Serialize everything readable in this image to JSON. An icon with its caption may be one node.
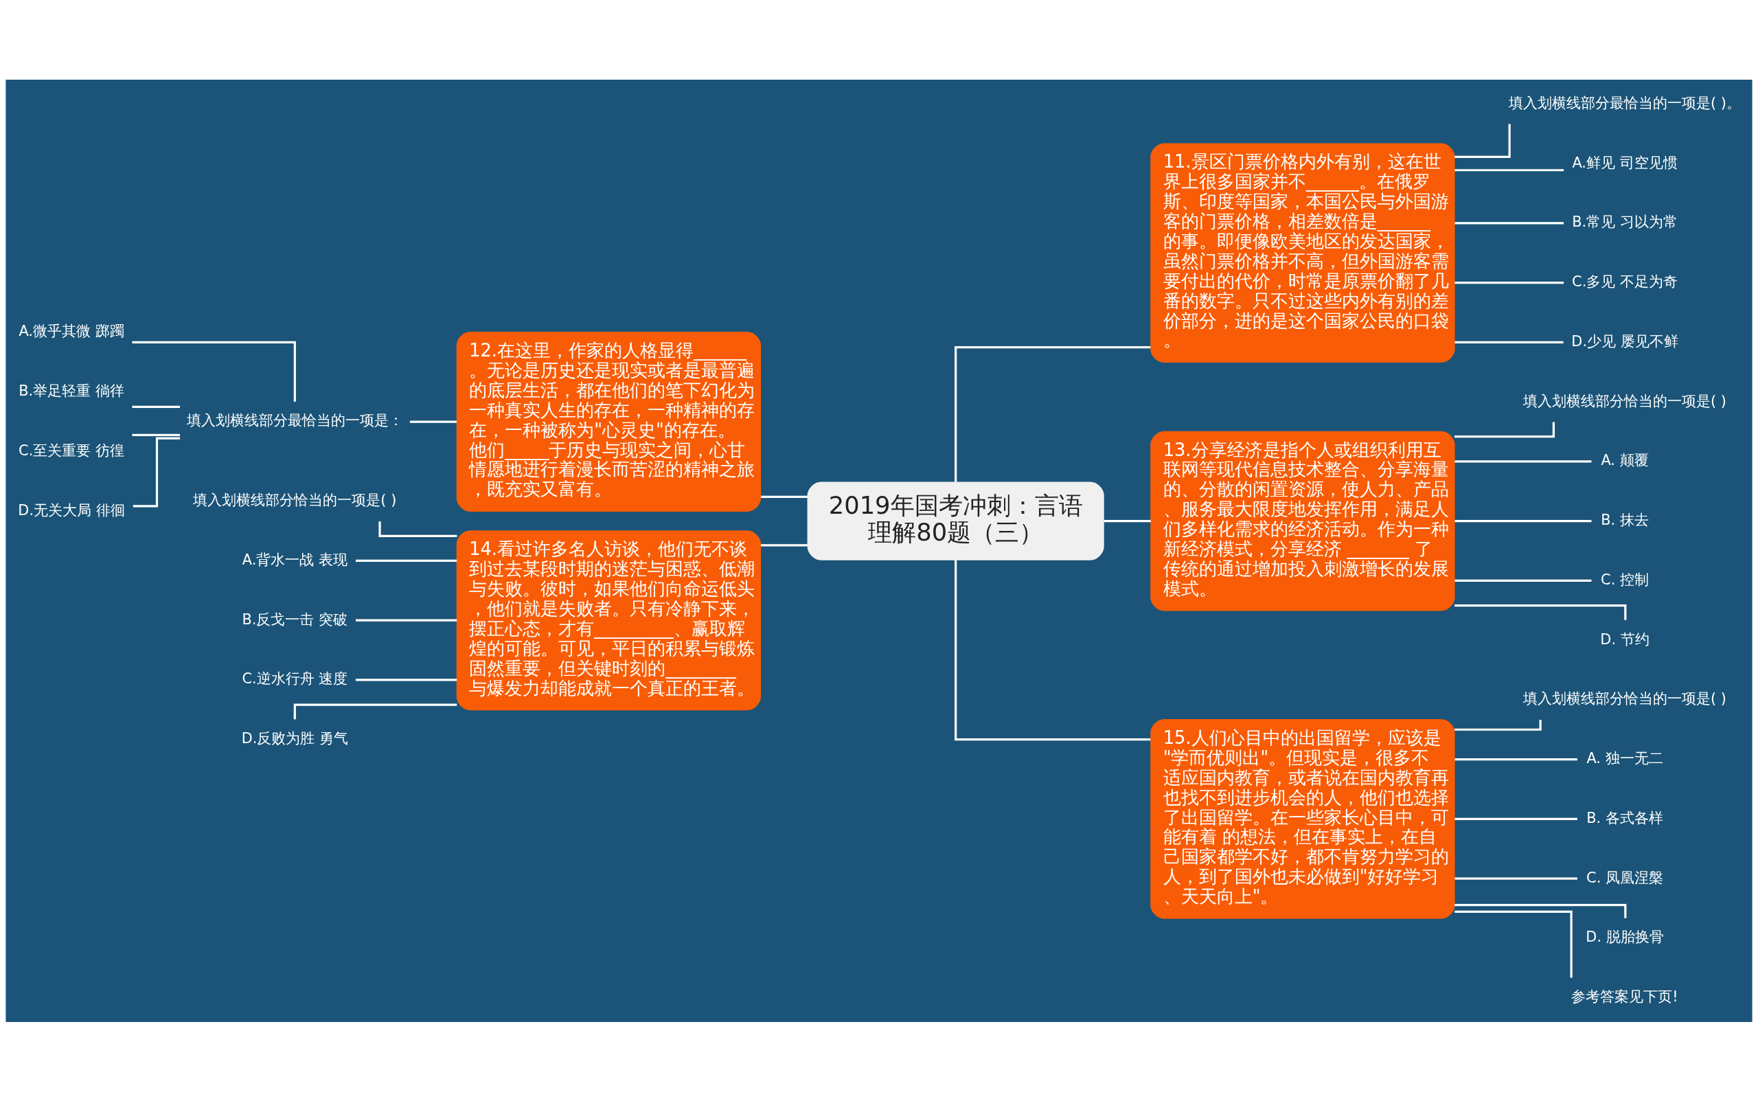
{
  "diagram": {
    "nodes": [
      {
        "text": [
          "2019年国考冲刺：言语理解80题（三）"
        ]
      },
      {
        "text": [
          "11.景区门票价格内外有别，这在世界上很多国家并不______。在俄罗斯、印度等国家，本国公民与外国游客的门票价格，相差数倍是______的事。即便像欧美地区的发达国家，虽然门票价格并不高，但外国游客需要付出的代价，时常是原票价翻了几番的数字。只不过这些内外有别的差价部分，进的是这个国家公民的口袋。"
        ]
      },
      {
        "text": [
          "填入划横线部分最恰当的一项是( )。"
        ]
      },
      {
        "text": [
          "A.鲜见 司空见惯"
        ]
      },
      {
        "text": [
          "B.常见 习以为常"
        ]
      },
      {
        "text": [
          "C.多见 不足为奇"
        ]
      },
      {
        "text": [
          "D.少见 屡见不鲜"
        ]
      },
      {
        "text": [
          "13.分享经济是指个人或组织利用互联网等现代信息技术整合、分享海量的、分散的闲置资源，使人力、产品、服务最大限度地发挥作用，满足人们多样化需求的经济活动。作为一种新经济模式，分享经济 _______ 了传统的通过增加投入刺激增长的发展模式。"
        ]
      },
      {
        "text": [
          "填入划横线部分恰当的一项是( )"
        ]
      },
      {
        "text": [
          "A. 颠覆"
        ]
      },
      {
        "text": [
          "B. 抹去"
        ]
      },
      {
        "text": [
          "C. 控制"
        ]
      },
      {
        "text": [
          "D. 节约"
        ]
      },
      {
        "text": [
          "15.人们心目中的出国留学，应该是\"学而优则出\"。但现实是，很多不适应国内教育，或者说在国内教育再也找不到进步机会的人，他们也选择了出国留学。在一些家长心目中，可能有着 的想法，但在事实上，在自己国家都学不好，都不肯努力学习的人，到了国外也未必做到\"好好学习、天天向上\"。"
        ]
      },
      {
        "text": [
          "填入划横线部分恰当的一项是( )"
        ]
      },
      {
        "text": [
          "A. 独一无二"
        ]
      },
      {
        "text": [
          "B. 各式各样"
        ]
      },
      {
        "text": [
          "C. 凤凰涅槃"
        ]
      },
      {
        "text": [
          "D. 脱胎换骨"
        ]
      },
      {
        "text": [
          "参考答案见下页!"
        ]
      },
      {
        "text": [
          "12.在这里，作家的人格显得______。无论是历史还是现实或者是最普遍的底层生活，都在他们的笔下幻化为一种真实人生的存在，一种精神的存在，一种被称为\"心灵史\"的存在。他们_____于历史与现实之间，心甘情愿地进行着漫长而苦涩的精神之旅，既充实又富有。"
        ]
      },
      {
        "text": [
          "填入划横线部分最恰当的一项是："
        ]
      },
      {
        "text": [
          "A.微乎其微 踯躅"
        ]
      },
      {
        "text": [
          "B.举足轻重 徜徉"
        ]
      },
      {
        "text": [
          "C.至关重要 彷徨"
        ]
      },
      {
        "text": [
          "D.无关大局 徘徊"
        ]
      },
      {
        "text": [
          "14.看过许多名人访谈，他们无不谈到过去某段时期的迷茫与困惑、低潮与失败。彼时，如果他们向命运低头，他们就是失败者。只有冷静下来，摆正心态，才有_________、赢取辉煌的可能。可见，平日的积累与锻炼固然重要，但关键时刻的________与爆发力却能成就一个真正的王者。"
        ]
      },
      {
        "text": [
          "填入划横线部分恰当的一项是( )"
        ]
      },
      {
        "text": [
          "A.背水一战 表现"
        ]
      },
      {
        "text": [
          "B.反戈一击 突破"
        ]
      },
      {
        "text": [
          "C.逆水行舟 速度"
        ]
      },
      {
        "text": [
          "D.反败为胜 勇气"
        ]
      }
    ],
    "edges": [
      {
        "from": 0,
        "to": 1,
        "arrow": "none"
      },
      {
        "from": 1,
        "to": 2,
        "arrow": "none"
      },
      {
        "from": 1,
        "to": 3,
        "arrow": "none"
      },
      {
        "from": 1,
        "to": 4,
        "arrow": "none"
      },
      {
        "from": 1,
        "to": 5,
        "arrow": "none"
      },
      {
        "from": 1,
        "to": 6,
        "arrow": "none"
      },
      {
        "from": 0,
        "to": 7,
        "arrow": "none"
      },
      {
        "from": 7,
        "to": 8,
        "arrow": "none"
      },
      {
        "from": 7,
        "to": 9,
        "arrow": "none"
      },
      {
        "from": 7,
        "to": 10,
        "arrow": "none"
      },
      {
        "from": 7,
        "to": 11,
        "arrow": "none"
      },
      {
        "from": 7,
        "to": 12,
        "arrow": "none"
      },
      {
        "from": 0,
        "to": 13,
        "arrow": "none"
      },
      {
        "from": 13,
        "to": 14,
        "arrow": "none"
      },
      {
        "from": 13,
        "to": 15,
        "arrow": "none"
      },
      {
        "from": 13,
        "to": 16,
        "arrow": "none"
      },
      {
        "from": 13,
        "to": 17,
        "arrow": "none"
      },
      {
        "from": 13,
        "to": 18,
        "arrow": "none"
      },
      {
        "from": 13,
        "to": 19,
        "arrow": "none"
      },
      {
        "from": 0,
        "to": 20,
        "arrow": "none"
      },
      {
        "from": 20,
        "to": 21,
        "arrow": "none"
      },
      {
        "from": 21,
        "to": 22,
        "arrow": "none"
      },
      {
        "from": 21,
        "to": 23,
        "arrow": "none"
      },
      {
        "from": 21,
        "to": 24,
        "arrow": "none"
      },
      {
        "from": 21,
        "to": 25,
        "arrow": "none"
      },
      {
        "from": 0,
        "to": 26,
        "arrow": "none"
      },
      {
        "from": 26,
        "to": 27,
        "arrow": "none"
      },
      {
        "from": 26,
        "to": 28,
        "arrow": "none"
      },
      {
        "from": 26,
        "to": 29,
        "arrow": "none"
      },
      {
        "from": 26,
        "to": 30,
        "arrow": "none"
      },
      {
        "from": 26,
        "to": 31,
        "arrow": "none"
      }
    ]
  }
}
